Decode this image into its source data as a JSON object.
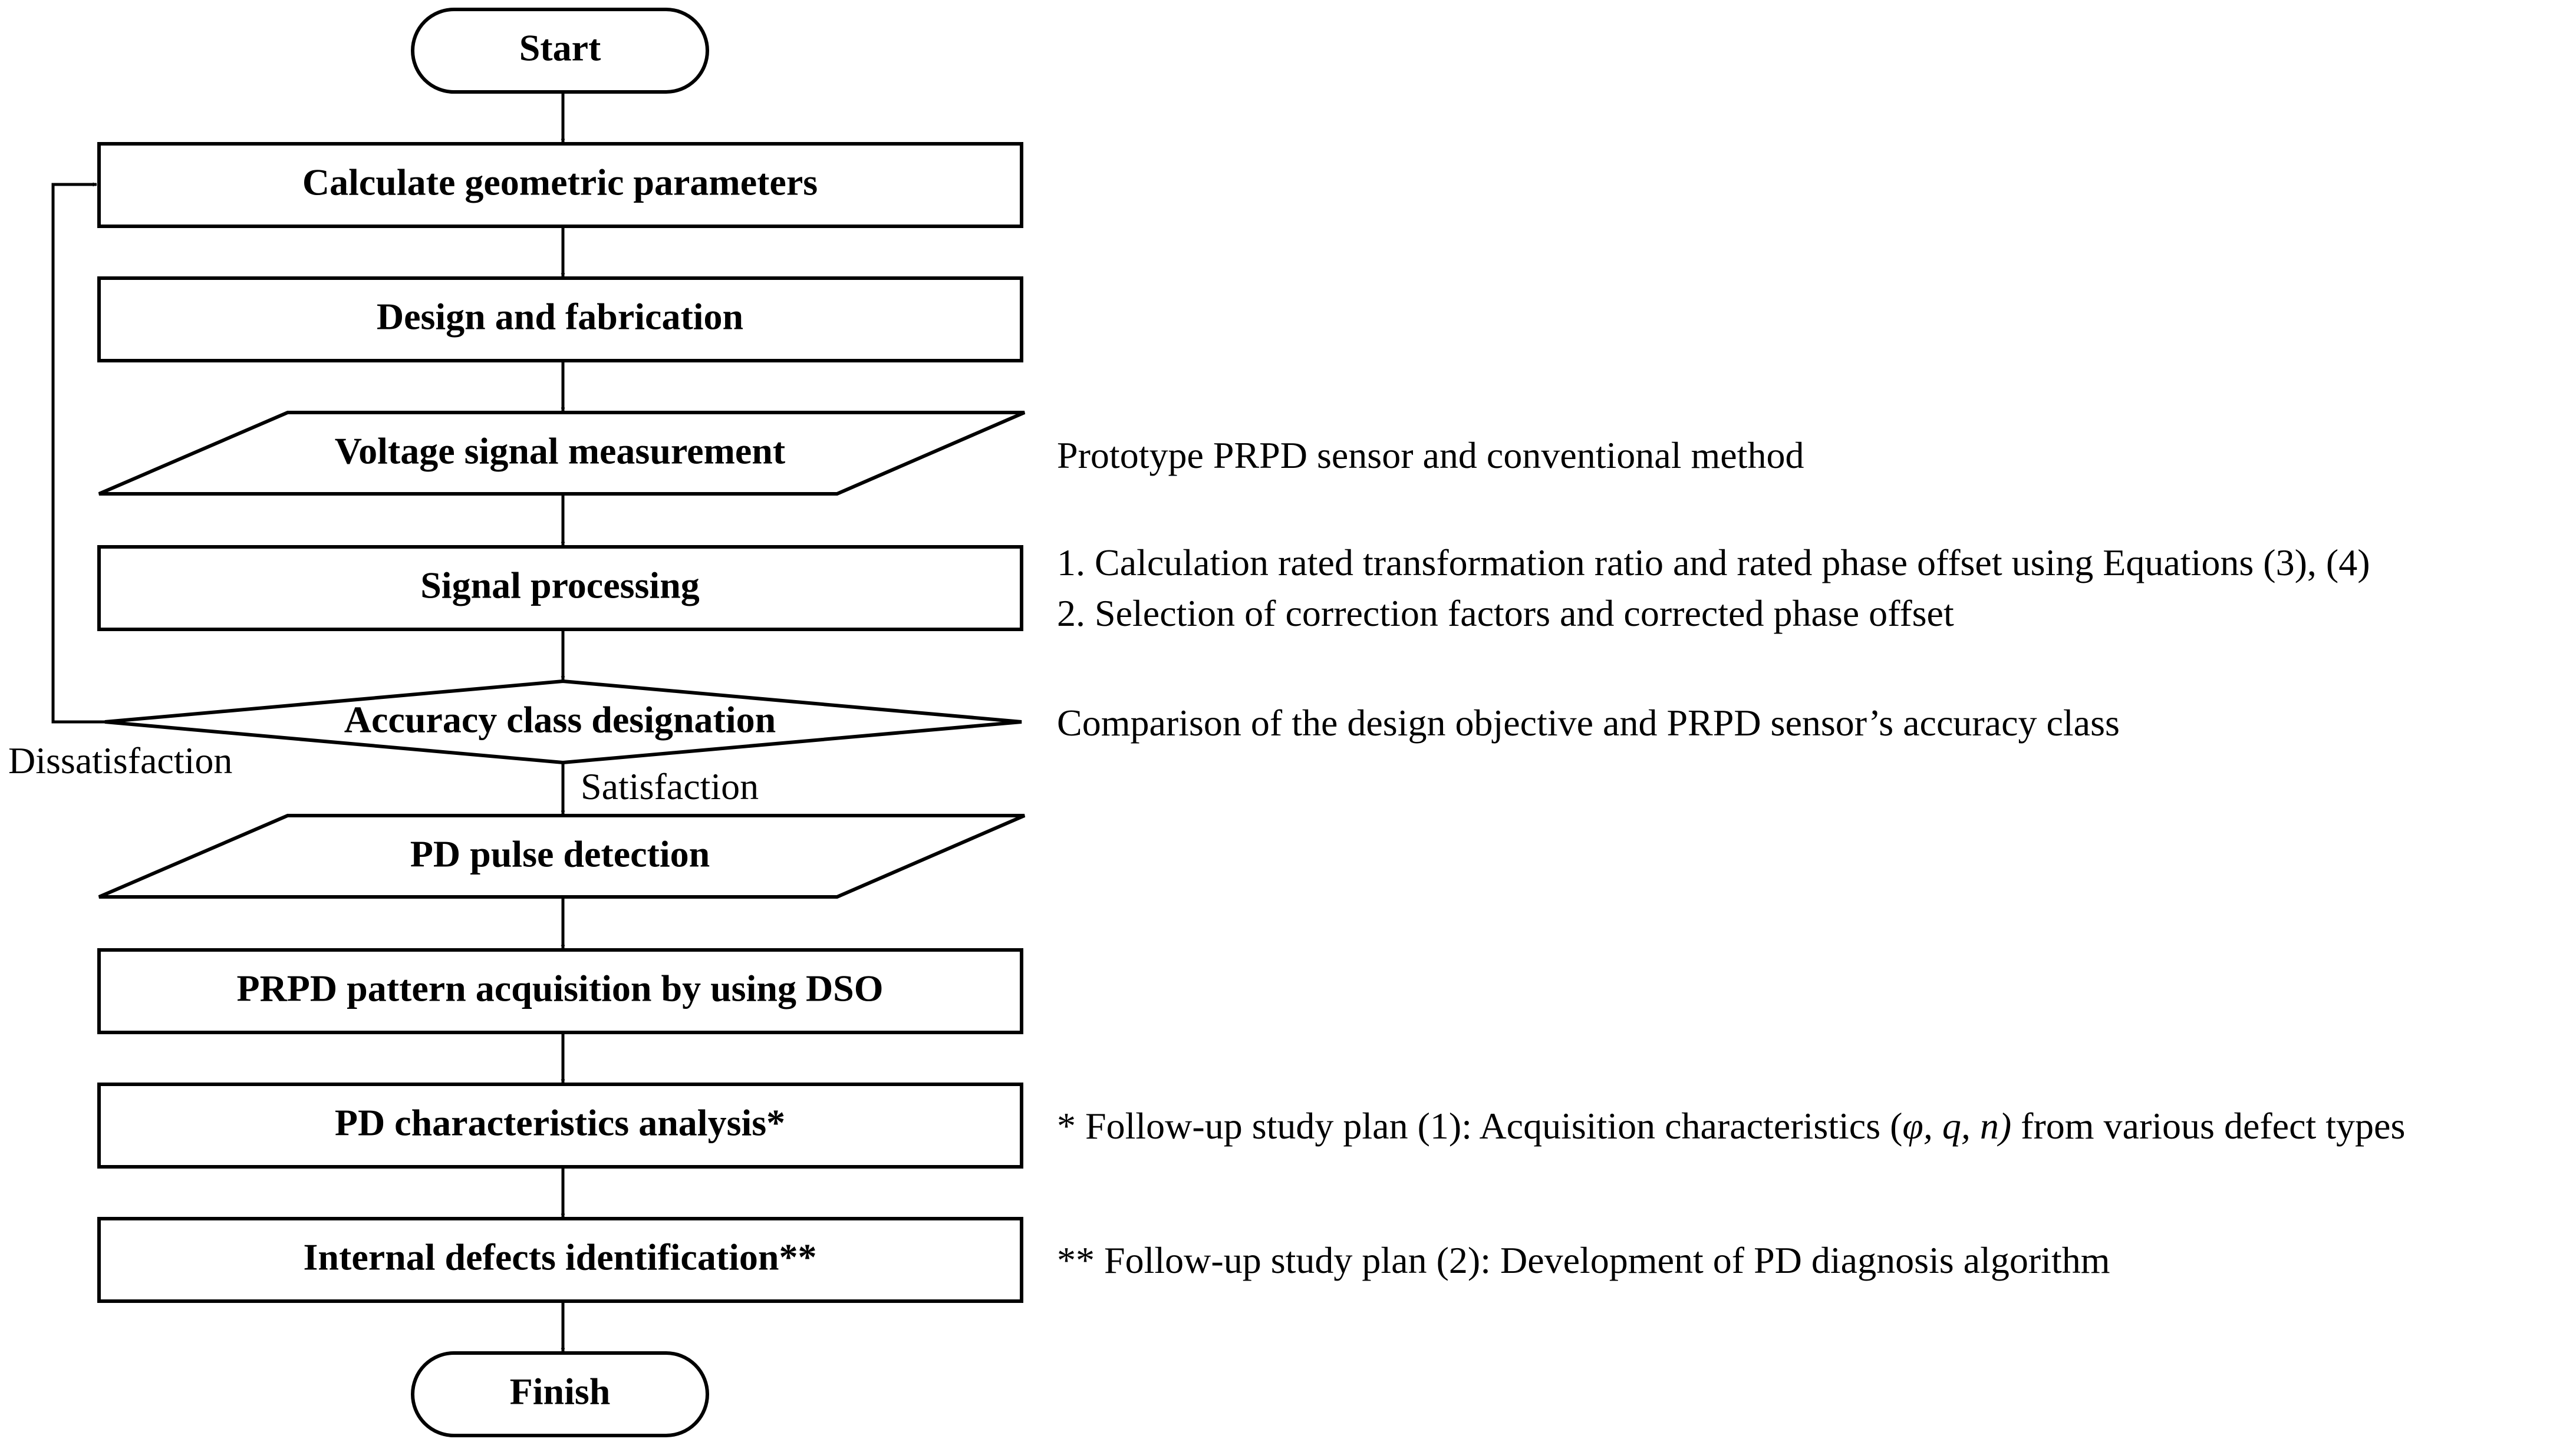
{
  "nodes": {
    "start": "Start",
    "calc_params": "Calculate geometric parameters",
    "design": "Design and fabrication",
    "voltage": "Voltage signal measurement",
    "signal": "Signal processing",
    "accuracy": "Accuracy class designation",
    "pd_pulse": "PD pulse detection",
    "prpd": "PRPD pattern acquisition by using DSO",
    "pd_char": "PD characteristics analysis*",
    "internal": "Internal defects identification**",
    "finish": "Finish"
  },
  "edges": {
    "dissatisfaction": "Dissatisfaction",
    "satisfaction": "Satisfaction"
  },
  "notes": {
    "voltage": "Prototype PRPD sensor and conventional method",
    "signal_1": "1. Calculation rated transformation ratio and rated phase offset using Equations (3), (4)",
    "signal_2": "2. Selection of correction factors and corrected phase offset",
    "accuracy": "Comparison of the design objective and PRPD sensor’s accuracy class",
    "pd_char_prefix": "* Follow-up study plan (1): Acquisition characteristics (",
    "pd_char_vars": "φ, q, n)",
    "pd_char_suffix": " from various defect types",
    "internal": "** Follow-up study plan (2): Development of PD diagnosis algorithm"
  },
  "colors": {
    "stroke": "#000000",
    "background": "#ffffff"
  }
}
